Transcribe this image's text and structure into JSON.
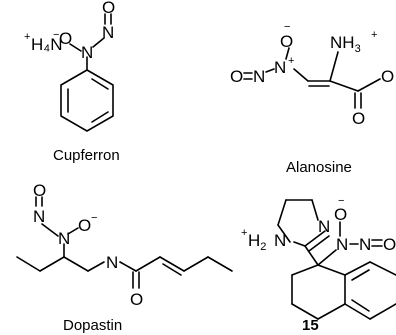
{
  "molecules": [
    {
      "name": "Cupferron",
      "atoms": {
        "cation": "H₄N",
        "o_bridge": "O",
        "n_amine": "N",
        "n_nitroso": "N",
        "o_nitroso": "O"
      },
      "charges": {
        "cation": "+",
        "o_bridge": "−"
      }
    },
    {
      "name": "Alanosine",
      "atoms": {
        "o_nitroso": "O",
        "n_nitroso": "N",
        "n_oxide": "N",
        "o_minus": "O",
        "amine": "NH",
        "amine_sub": "3",
        "o_carbonyl": "O",
        "o_acid": "O"
      },
      "charges": {
        "o_minus": "−",
        "n_oxide": "+",
        "amine": "+"
      }
    },
    {
      "name": "Dopastin",
      "atoms": {
        "o_nitroso": "O",
        "n_nitroso": "N",
        "n_amine": "N",
        "o_minus": "O",
        "n_amide": "N",
        "o_amide": "O"
      },
      "charges": {
        "o_minus": "−"
      }
    },
    {
      "name": "15",
      "atoms": {
        "cation": "H",
        "cation_sub": "2",
        "n_ring_cation": "N",
        "n_ring": "N",
        "n_amine": "N",
        "o_minus": "O",
        "n_nitroso": "N",
        "o_nitroso": "O"
      },
      "charges": {
        "cation": "+",
        "o_minus": "−"
      }
    }
  ]
}
